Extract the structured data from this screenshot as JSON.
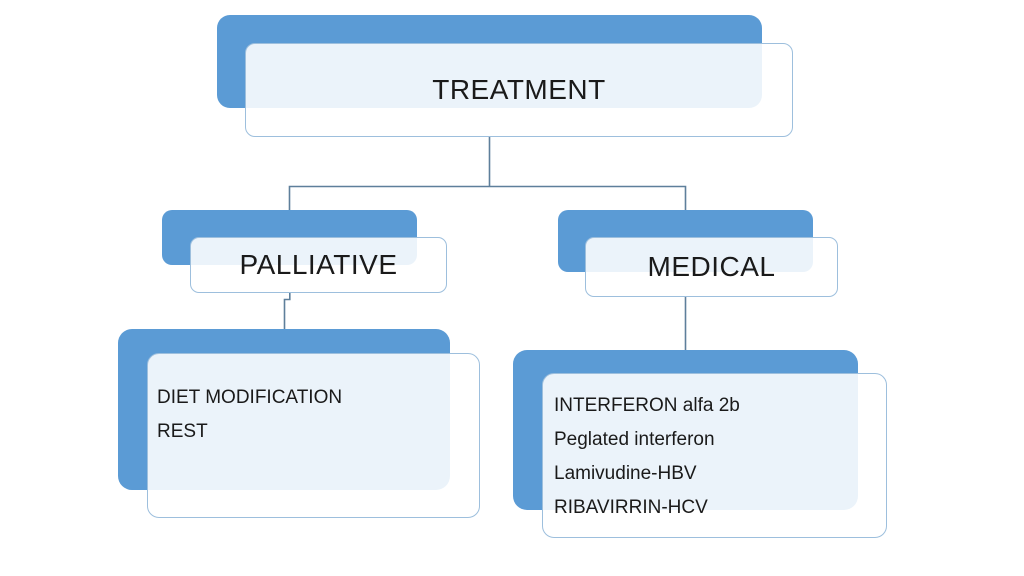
{
  "diagram": {
    "type": "hierarchy-smartart",
    "nodes": {
      "treatment": {
        "label": "TREATMENT"
      },
      "palliative": {
        "label": "PALLIATIVE"
      },
      "medical": {
        "label": "MEDICAL"
      },
      "palliative_detail": {
        "lines": [
          "DIET MODIFICATION",
          "REST"
        ]
      },
      "medical_detail": {
        "lines": [
          "INTERFERON alfa 2b",
          "Peglated interferon",
          "Lamivudine-HBV",
          "RIBAVIRRIN-HCV"
        ]
      }
    },
    "edges": [
      {
        "from": "treatment",
        "to": "palliative"
      },
      {
        "from": "treatment",
        "to": "medical"
      },
      {
        "from": "palliative",
        "to": "palliative_detail"
      },
      {
        "from": "medical",
        "to": "medical_detail"
      }
    ],
    "colors": {
      "shape_blue": "#5B9BD5",
      "card_fill_tint_over_blue": "#EBF3FA",
      "card_fill": "#FFFFFF",
      "card_border": "#9DBFDD",
      "connector": "#5E7F9B",
      "text": "#1A1A1A",
      "background": "#FFFFFF"
    }
  }
}
